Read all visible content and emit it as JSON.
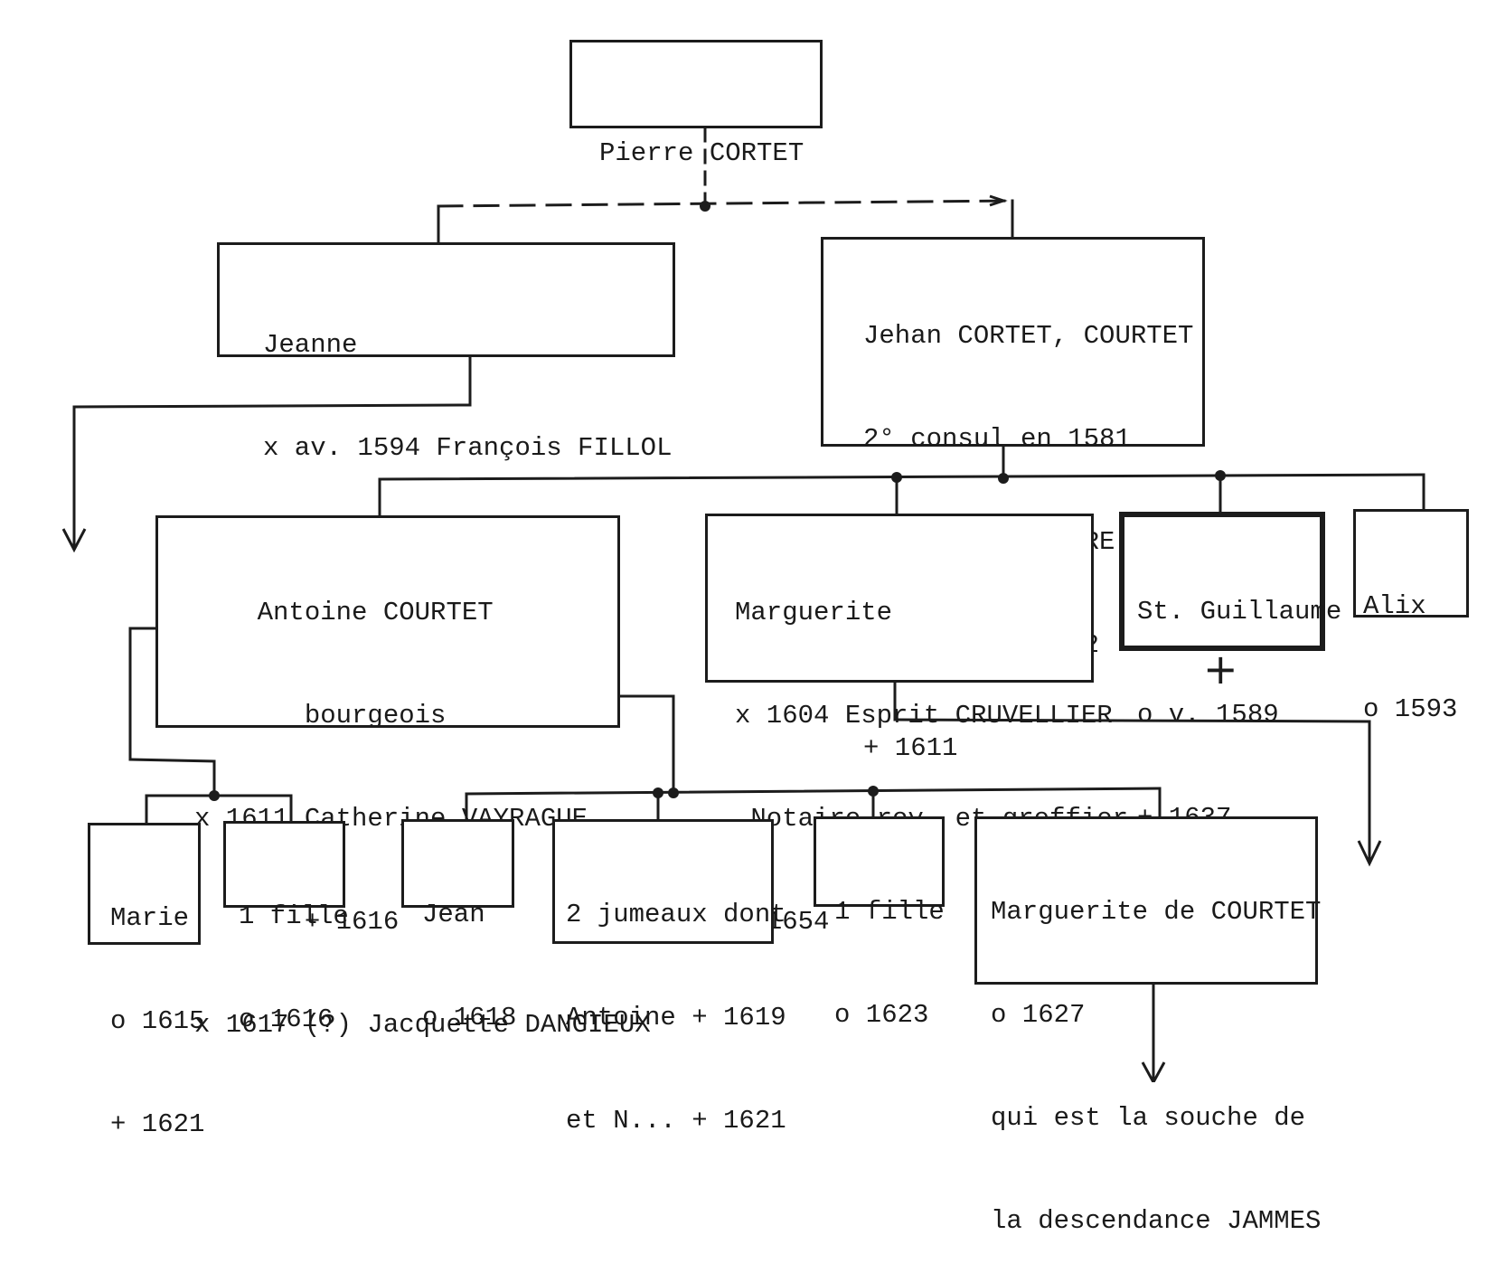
{
  "tree": {
    "root": {
      "lines": [
        "Pierre CORTET"
      ]
    },
    "jeanne": {
      "lines": [
        "Jeanne",
        "x av. 1594 François FILLOL"
      ]
    },
    "jehan": {
      "lines": [
        "Jehan CORTET, COURTET",
        "2° consul en 1581",
        "x Barbe  MALAURE",
        "         + 1602",
        "+ 1611"
      ]
    },
    "antoine": {
      "lines": [
        "    Antoine COURTET",
        "       bourgeois",
        "x 1611 Catherine VAYRAGUE",
        "       + 1616",
        "x 1617 (?) Jacquette DANGIEUX"
      ]
    },
    "marguerite": {
      "lines": [
        "Marguerite",
        "x 1604 Esprit CRUVELLIER",
        " Notaire roy. et greffier",
        "+ 1654"
      ]
    },
    "guillaume": {
      "lines": [
        "St. Guillaume",
        "o v. 1589",
        "+ 1637"
      ]
    },
    "alix": {
      "lines": [
        "Alix",
        "o 1593"
      ]
    },
    "marie": {
      "lines": [
        "Marie",
        "o 1615",
        "+ 1621"
      ]
    },
    "fille1616": {
      "lines": [
        "1 fille",
        "o 1616"
      ]
    },
    "jean": {
      "lines": [
        "Jean",
        "o 1618"
      ]
    },
    "jumeaux": {
      "lines": [
        "2 jumeaux dont",
        "Antoine + 1619",
        "et N... + 1621"
      ]
    },
    "fille1623": {
      "lines": [
        "1 fille",
        "o 1623"
      ]
    },
    "margdc": {
      "lines": [
        "Marguerite de COURTET",
        "o 1627",
        "qui est la souche de",
        "la descendance JAMMES"
      ]
    },
    "cross_mark": "+"
  },
  "colors": {
    "ink": "#1c1c1c",
    "paper": "#ffffff"
  }
}
